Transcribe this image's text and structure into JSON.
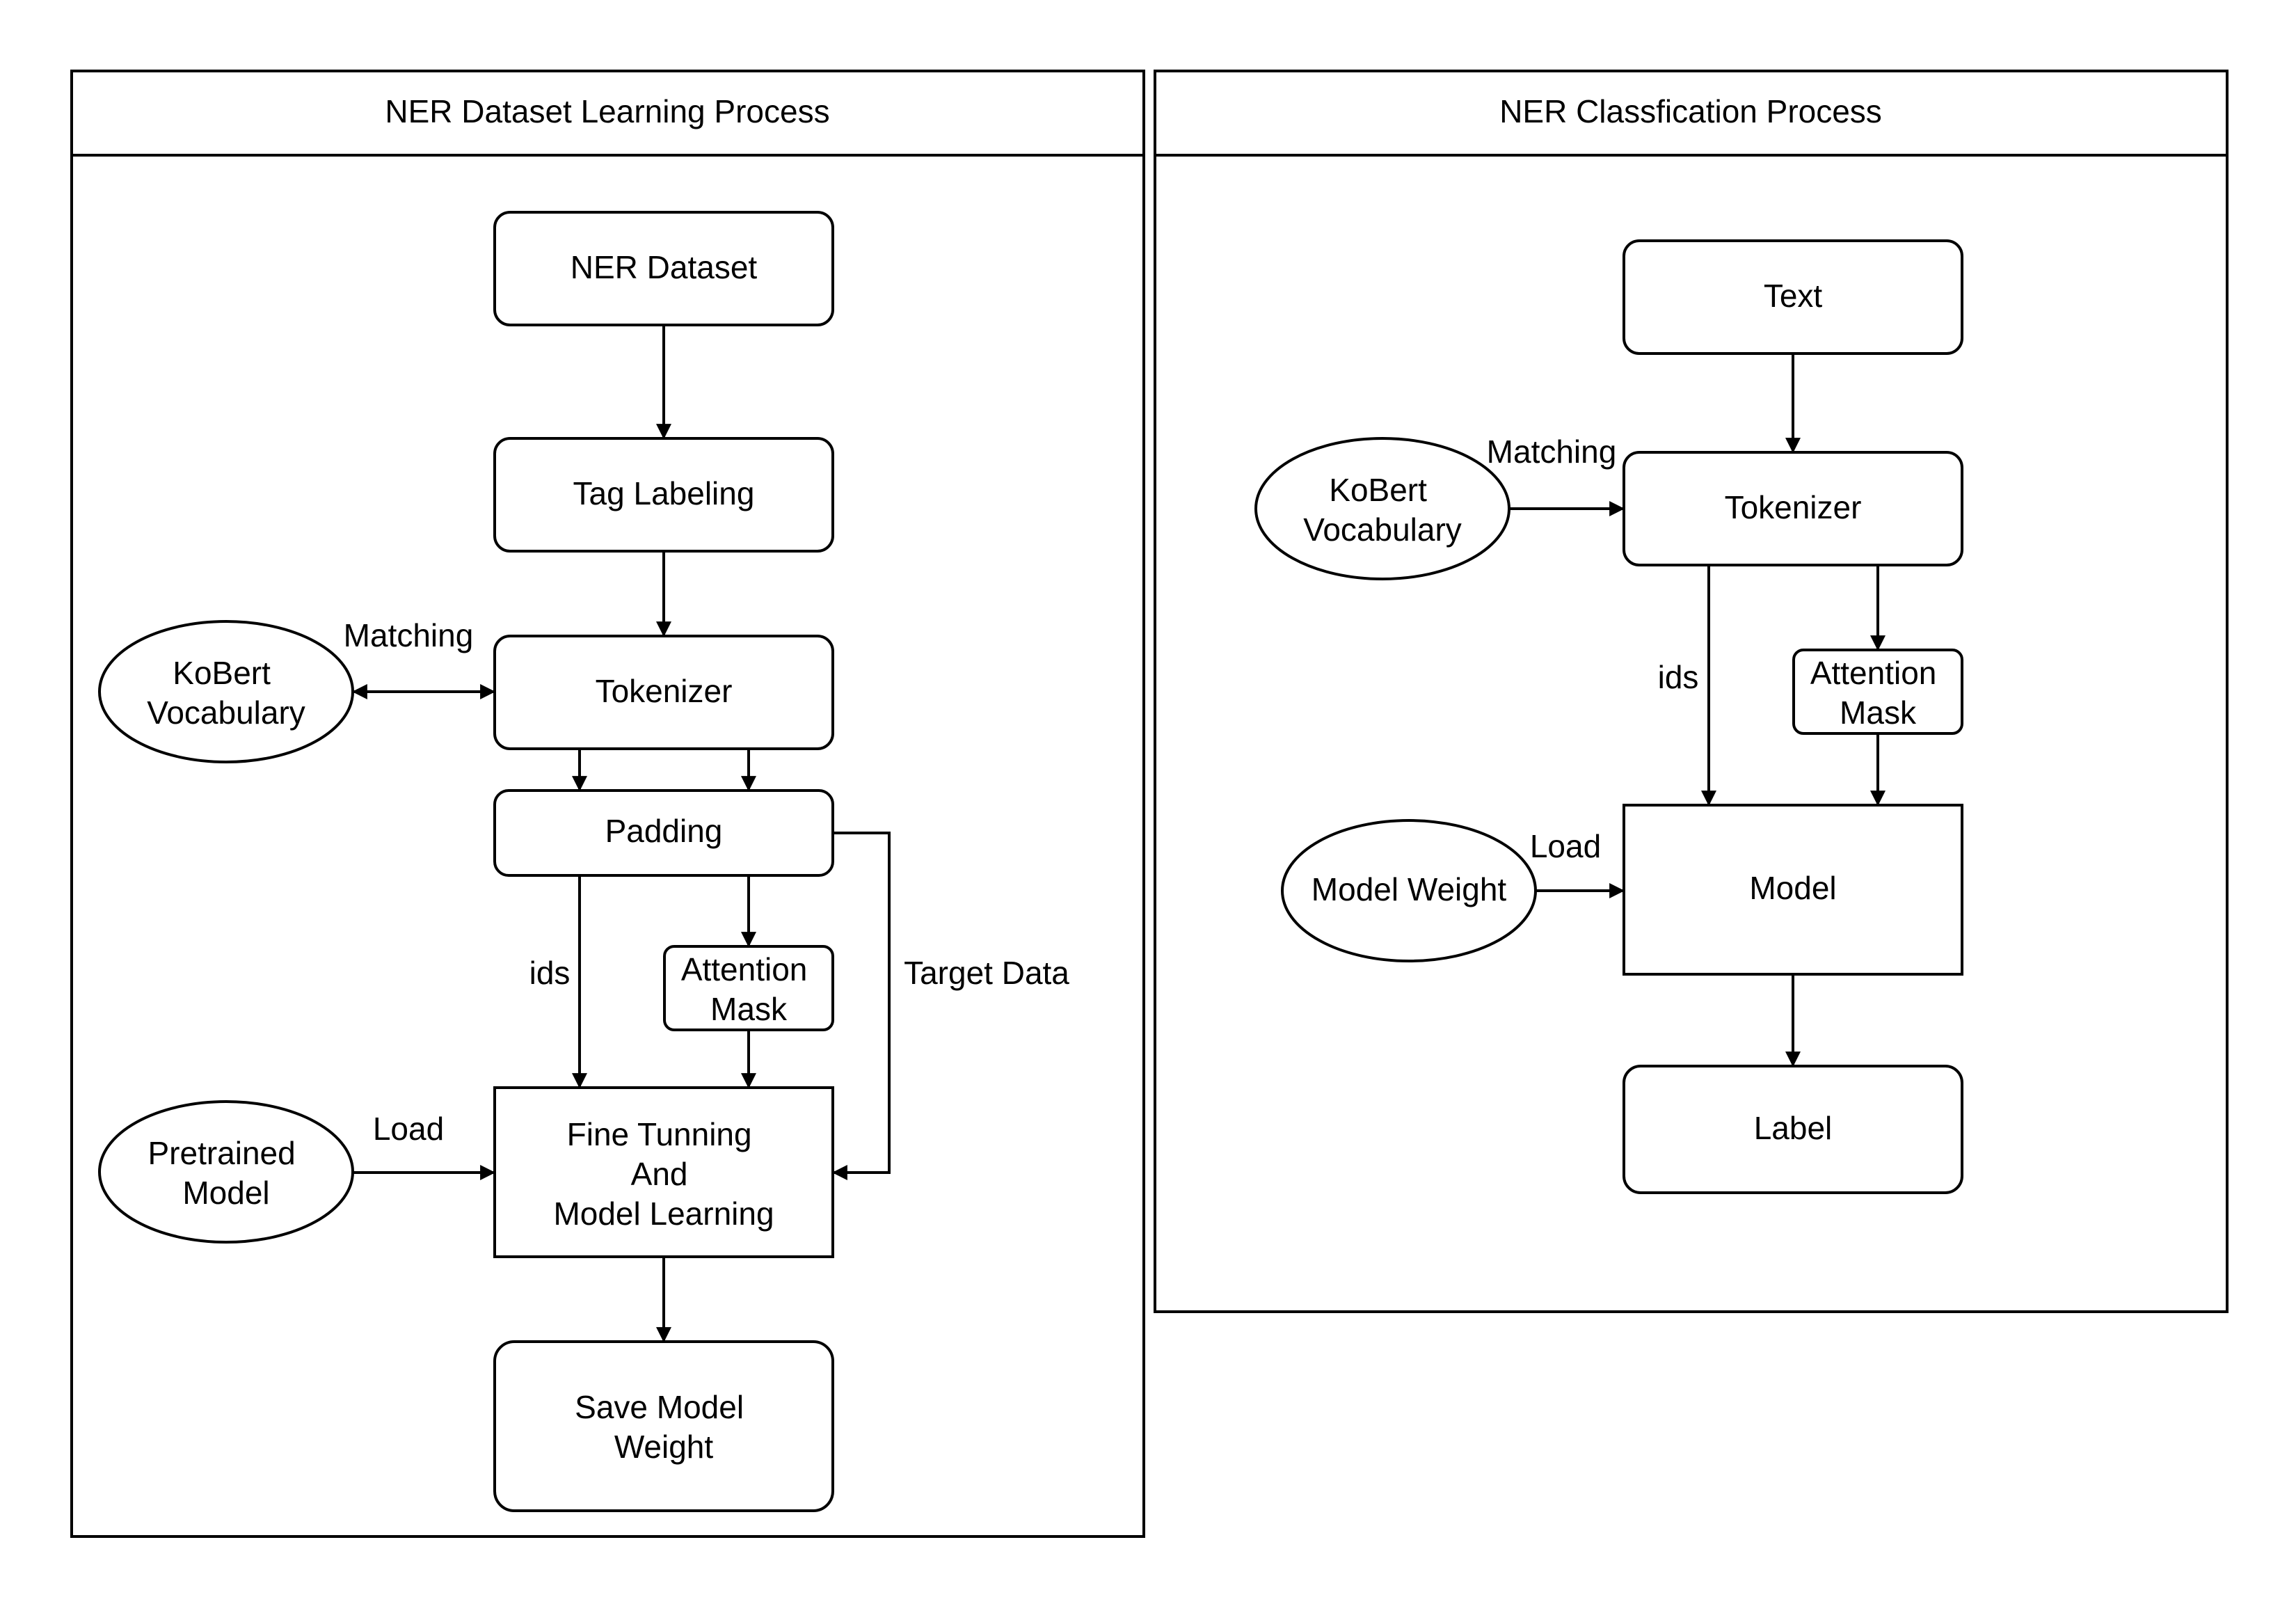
{
  "left_panel": {
    "title": "NER Dataset Learning Process",
    "nodes": {
      "ner_dataset": "NER Dataset",
      "tag_labeling": "Tag Labeling",
      "tokenizer": "Tokenizer",
      "padding": "Padding",
      "attention_mask": [
        "Attention",
        "Mask"
      ],
      "fine_tuning": [
        "Fine Tunning",
        "And",
        "Model Learning"
      ],
      "save_weight": [
        "Save Model",
        "Weight"
      ],
      "kobert_vocab": [
        "KoBert",
        "Vocabulary"
      ],
      "pretrained_model": [
        "Pretrained",
        "Model"
      ]
    },
    "edge_labels": {
      "matching": "Matching",
      "ids": "ids",
      "target_data": "Target Data",
      "load": "Load"
    }
  },
  "right_panel": {
    "title": "NER Classfication Process",
    "nodes": {
      "text": "Text",
      "tokenizer": "Tokenizer",
      "attention_mask": [
        "Attention",
        "Mask"
      ],
      "model": "Model",
      "label": "Label",
      "kobert_vocab": [
        "KoBert",
        "Vocabulary"
      ],
      "model_weight": "Model Weight"
    },
    "edge_labels": {
      "matching": "Matching",
      "ids": "ids",
      "load": "Load"
    }
  },
  "colors": {
    "stroke": "#000000",
    "fill": "#ffffff",
    "text": "#000000"
  }
}
